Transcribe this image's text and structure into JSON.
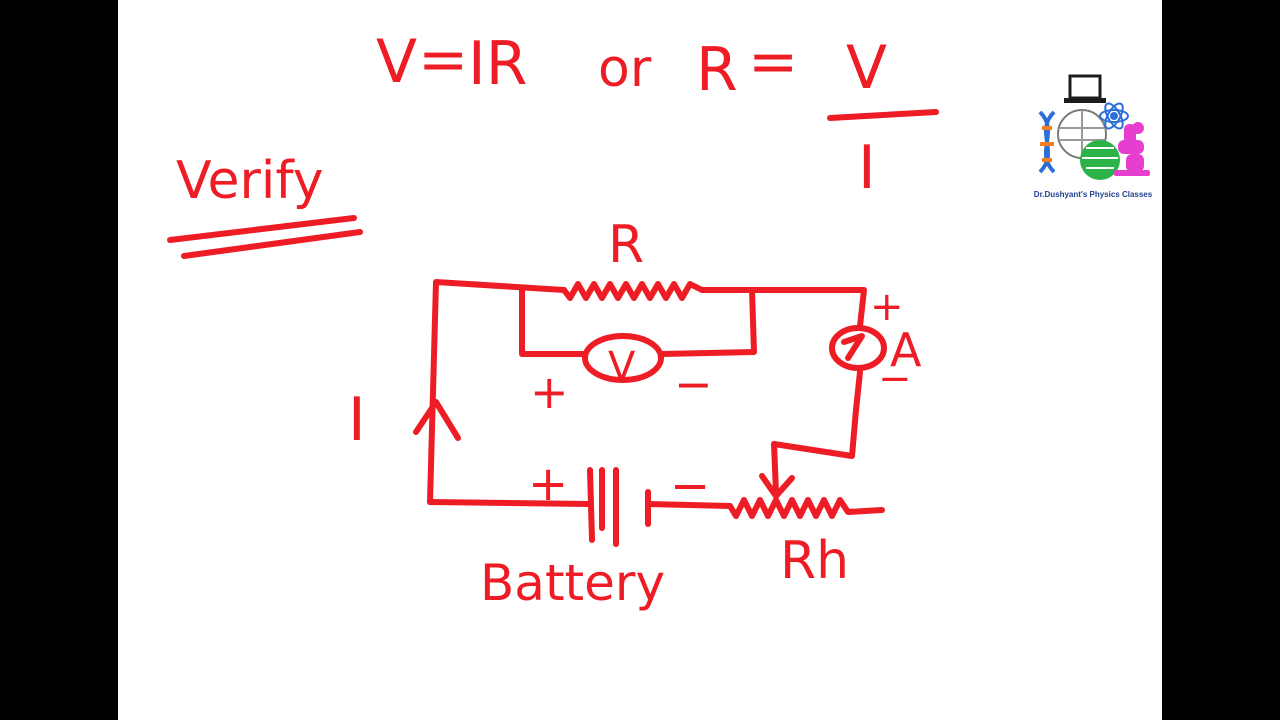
{
  "colors": {
    "ink": "#ee1c24",
    "background": "#ffffff",
    "letterbox": "#000000"
  },
  "equation": {
    "lhs_1": "V",
    "eq_1": "=",
    "rhs_1": "IR",
    "connector": "or",
    "lhs_2": "R",
    "eq_2": "=",
    "numerator": "V",
    "denominator": "I"
  },
  "heading": "Verify",
  "circuit": {
    "resistor_label": "R",
    "voltmeter_symbol": "V",
    "voltmeter_plus": "+",
    "voltmeter_minus": "−",
    "ammeter_symbol": "A",
    "ammeter_plus": "+",
    "ammeter_minus": "−",
    "current_label": "I",
    "battery_plus": "+",
    "battery_minus": "−",
    "battery_label": "Battery",
    "rheostat_label": "Rh"
  },
  "logo": {
    "caption": "Dr.Dushyant's Physics Classes",
    "icons": [
      "laptop-icon",
      "dna-icon",
      "atom-icon",
      "globe-icon",
      "robot-arm-icon"
    ]
  }
}
